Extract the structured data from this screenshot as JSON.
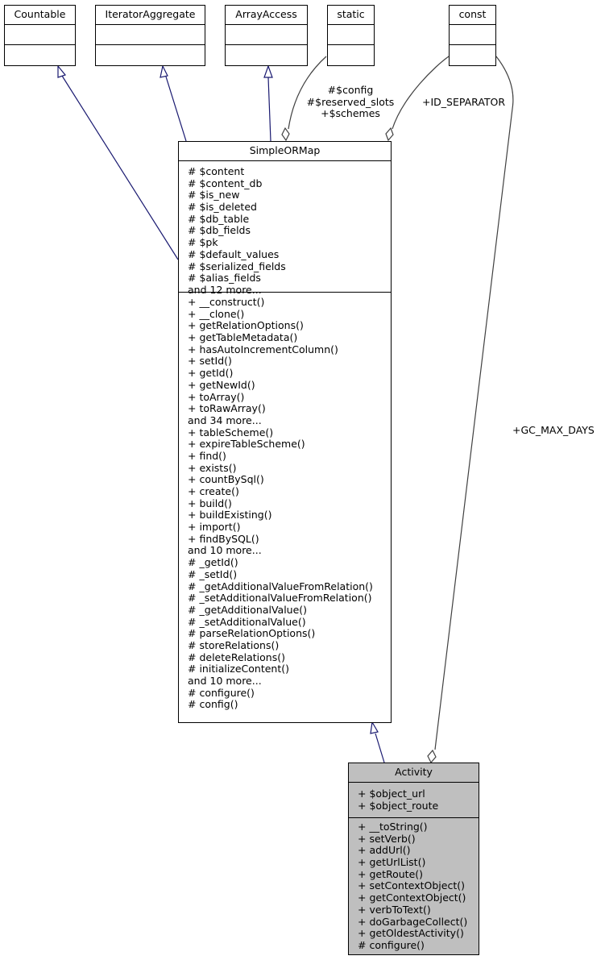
{
  "classes": {
    "countable": {
      "name": "Countable"
    },
    "iterator_aggregate": {
      "name": "IteratorAggregate"
    },
    "array_access": {
      "name": "ArrayAccess"
    },
    "static": {
      "name": "static"
    },
    "const": {
      "name": "const"
    },
    "simple_or_map": {
      "name": "SimpleORMap",
      "attributes": [
        "# $content",
        "# $content_db",
        "# $is_new",
        "# $is_deleted",
        "# $db_table",
        "# $db_fields",
        "# $pk",
        "# $default_values",
        "# $serialized_fields",
        "# $alias_fields",
        "and 12 more..."
      ],
      "methods": [
        "+ __construct()",
        "+ __clone()",
        "+ getRelationOptions()",
        "+ getTableMetadata()",
        "+ hasAutoIncrementColumn()",
        "+ setId()",
        "+ getId()",
        "+ getNewId()",
        "+ toArray()",
        "+ toRawArray()",
        "and 34 more...",
        "+ tableScheme()",
        "+ expireTableScheme()",
        "+ find()",
        "+ exists()",
        "+ countBySql()",
        "+ create()",
        "+ build()",
        "+ buildExisting()",
        "+ import()",
        "+ findBySQL()",
        "and 10 more...",
        "# _getId()",
        "# _setId()",
        "# _getAdditionalValueFromRelation()",
        "# _setAdditionalValueFromRelation()",
        "# _getAdditionalValue()",
        "# _setAdditionalValue()",
        "# parseRelationOptions()",
        "# storeRelations()",
        "# deleteRelations()",
        "# initializeContent()",
        "and 10 more...",
        "# configure()",
        "# config()"
      ]
    },
    "activity": {
      "name": "Activity",
      "attributes": [
        "+ $object_url",
        "+ $object_route"
      ],
      "methods": [
        "+ __toString()",
        "+ setVerb()",
        "+ addUrl()",
        "+ getUrlList()",
        "+ getRoute()",
        "+ setContextObject()",
        "+ getContextObject()",
        "+ verbToText()",
        "+ doGarbageCollect()",
        "+ getOldestActivity()",
        "# configure()"
      ]
    }
  },
  "edge_labels": {
    "static_to_sorm": [
      "#$config",
      "#$reserved_slots",
      "+$schemes"
    ],
    "const_to_sorm": "+ID_SEPARATOR",
    "const_to_activity": "+GC_MAX_DAYS"
  },
  "colors": {
    "inheritance_edge": "#191970",
    "usage_edge": "#404040",
    "highlight_fill": "#bfbfbf"
  }
}
